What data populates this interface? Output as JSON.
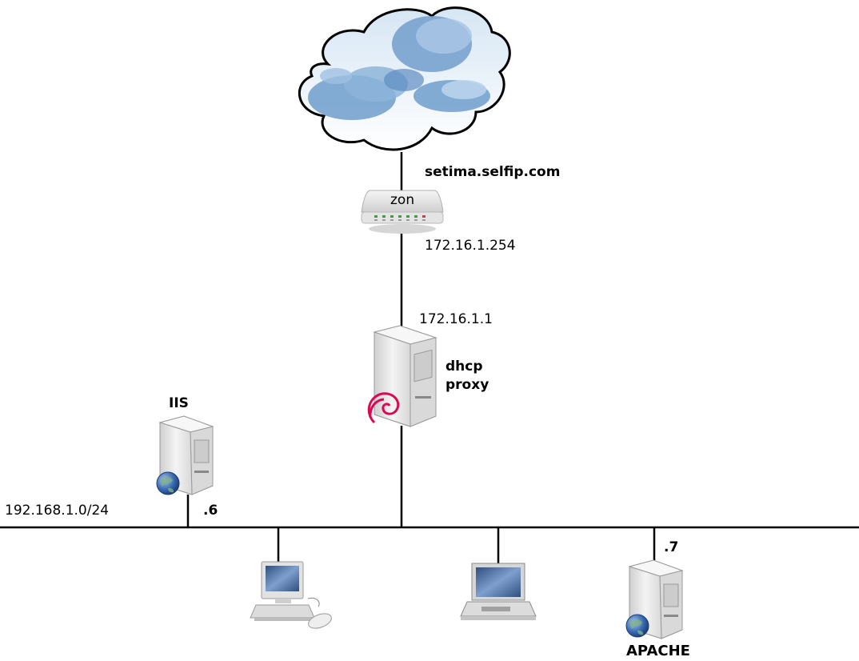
{
  "internet": {
    "hostname": "setima.selfip.com"
  },
  "router": {
    "brand": "zon",
    "lan_ip": "172.16.1.254"
  },
  "gateway_server": {
    "ip": "172.16.1.1",
    "role_line1": "dhcp",
    "role_line2": "proxy",
    "emblem_icon": "debian-swirl-icon"
  },
  "lan": {
    "subnet": "192.168.1.0/24"
  },
  "iis_server": {
    "name": "IIS",
    "host_suffix": ".6",
    "icon": "web-globe-icon"
  },
  "apache_server": {
    "name": "APACHE",
    "host_suffix": ".7",
    "icon": "web-globe-icon"
  },
  "clients": [
    {
      "icon": "desktop-computer-icon"
    },
    {
      "icon": "laptop-icon"
    }
  ],
  "colors": {
    "line": "#000000",
    "cloud_light": "#e8f0f8",
    "cloud_blue": "#6a98c8",
    "server_body": "#e6e6e6",
    "debian_red": "#d70a53"
  }
}
